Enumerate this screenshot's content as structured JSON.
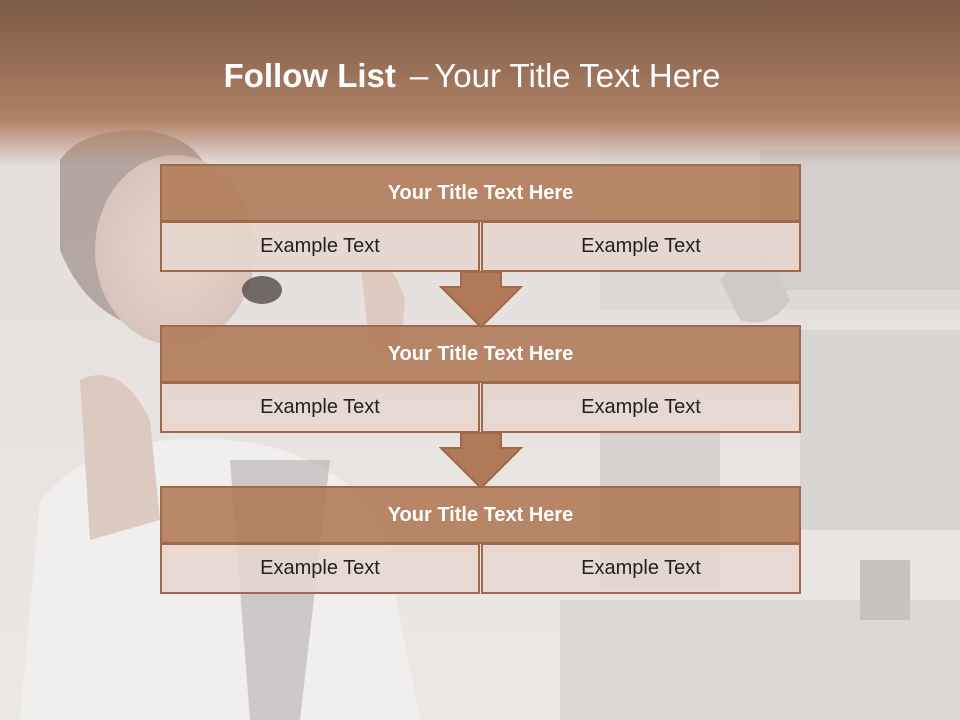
{
  "slide": {
    "title_bold": "Follow List",
    "title_sep": "–",
    "title_rest": "Your Title Text Here"
  },
  "steps": [
    {
      "title": "Your Title Text Here",
      "left": "Example Text",
      "right": "Example Text"
    },
    {
      "title": "Your Title Text Here",
      "left": "Example Text",
      "right": "Example Text"
    },
    {
      "title": "Your Title Text Here",
      "left": "Example Text",
      "right": "Example Text"
    }
  ],
  "colors": {
    "header": "#9b7259",
    "block_title_fill": "#b17b5a",
    "block_border": "#a0694b",
    "cell_fill": "#e6d6ce",
    "arrow_fill": "#b07a58"
  },
  "icons": [
    "down-arrow-icon"
  ]
}
